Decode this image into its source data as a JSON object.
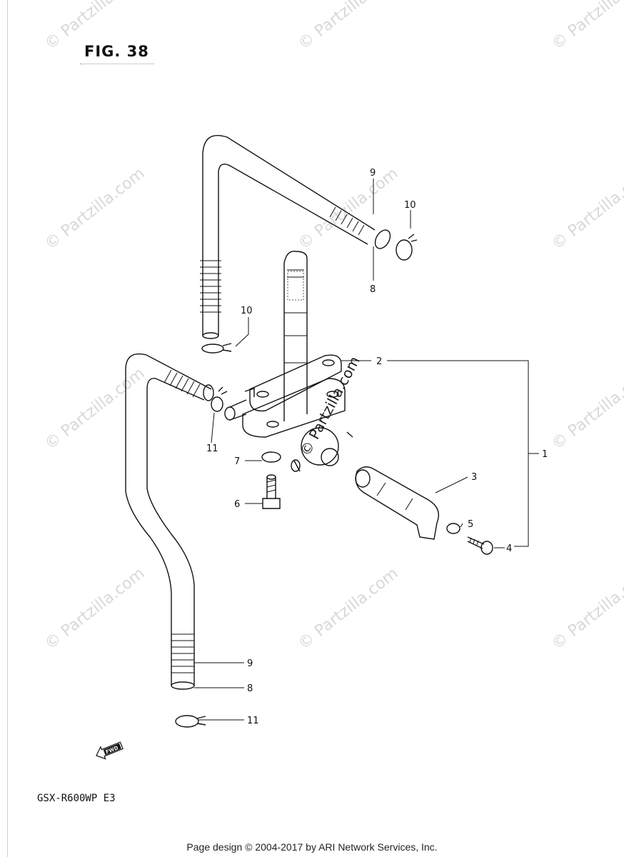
{
  "figure": {
    "title": "FIG. 38",
    "model": "GSX-R600WP  E3",
    "fwd_label": "FWD"
  },
  "callouts": [
    {
      "id": "c-1",
      "label": "1"
    },
    {
      "id": "c-2",
      "label": "2"
    },
    {
      "id": "c-3",
      "label": "3"
    },
    {
      "id": "c-4",
      "label": "4"
    },
    {
      "id": "c-5",
      "label": "5"
    },
    {
      "id": "c-6",
      "label": "6"
    },
    {
      "id": "c-7",
      "label": "7"
    },
    {
      "id": "c-8a",
      "label": "8"
    },
    {
      "id": "c-8b",
      "label": "8"
    },
    {
      "id": "c-9a",
      "label": "9"
    },
    {
      "id": "c-9b",
      "label": "9"
    },
    {
      "id": "c-10a",
      "label": "10"
    },
    {
      "id": "c-10b",
      "label": "10"
    },
    {
      "id": "c-11a",
      "label": "11"
    },
    {
      "id": "c-11b",
      "label": "11"
    }
  ],
  "watermark": {
    "text": "© Partzilla.com",
    "center_text": "© Partzilla.com"
  },
  "footer": {
    "text": "Page design © 2004-2017 by ARI Network Services, Inc."
  }
}
